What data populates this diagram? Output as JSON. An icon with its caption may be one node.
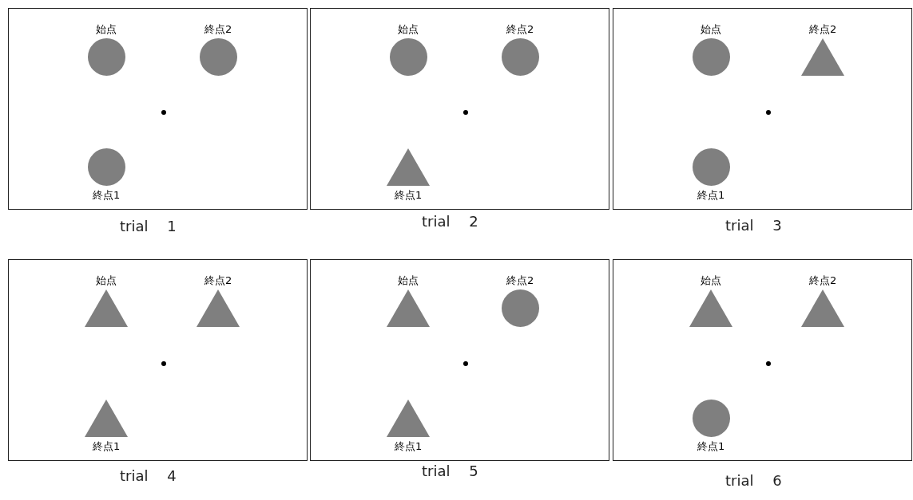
{
  "diagram": {
    "nodes": [
      {
        "text": [],
        "shape": "box",
        "beside": [
          "trial 1"
        ]
      },
      {
        "text": [],
        "shape": "circle",
        "beside": [
          "始点"
        ],
        "in": 0
      },
      {
        "text": [],
        "shape": "circle",
        "beside": [
          "終点2"
        ],
        "in": 0
      },
      {
        "text": [],
        "shape": "dot",
        "in": 0
      },
      {
        "text": [],
        "shape": "circle",
        "beside": [
          "終点1"
        ],
        "in": 0
      },
      {
        "text": [],
        "shape": "box",
        "beside": [
          "trial 2"
        ]
      },
      {
        "text": [],
        "shape": "circle",
        "beside": [
          "始点"
        ],
        "in": 5
      },
      {
        "text": [],
        "shape": "circle",
        "beside": [
          "終点2"
        ],
        "in": 5
      },
      {
        "text": [],
        "shape": "dot",
        "in": 5
      },
      {
        "text": [],
        "shape": "triangle",
        "beside": [
          "終点1"
        ],
        "in": 5
      },
      {
        "text": [],
        "shape": "box",
        "beside": [
          "trial 3"
        ]
      },
      {
        "text": [],
        "shape": "circle",
        "beside": [
          "始点"
        ],
        "in": 10
      },
      {
        "text": [],
        "shape": "triangle",
        "beside": [
          "終点2"
        ],
        "in": 10
      },
      {
        "text": [],
        "shape": "dot",
        "in": 10
      },
      {
        "text": [],
        "shape": "circle",
        "beside": [
          "終点1"
        ],
        "in": 10
      },
      {
        "text": [],
        "shape": "box",
        "beside": [
          "trial 4"
        ]
      },
      {
        "text": [],
        "shape": "triangle",
        "beside": [
          "始点"
        ],
        "in": 15
      },
      {
        "text": [],
        "shape": "triangle",
        "beside": [
          "終点2"
        ],
        "in": 15
      },
      {
        "text": [],
        "shape": "dot",
        "in": 15
      },
      {
        "text": [],
        "shape": "triangle",
        "beside": [
          "終点1"
        ],
        "in": 15
      },
      {
        "text": [],
        "shape": "box",
        "beside": [
          "trial 5"
        ]
      },
      {
        "text": [],
        "shape": "triangle",
        "beside": [
          "始点"
        ],
        "in": 20
      },
      {
        "text": [],
        "shape": "circle",
        "beside": [
          "終点2"
        ],
        "in": 20
      },
      {
        "text": [],
        "shape": "dot",
        "in": 20
      },
      {
        "text": [],
        "shape": "triangle",
        "beside": [
          "終点1"
        ],
        "in": 20
      },
      {
        "text": [],
        "shape": "box",
        "beside": [
          "trial 6"
        ]
      },
      {
        "text": [],
        "shape": "triangle",
        "beside": [
          "始点"
        ],
        "in": 25
      },
      {
        "text": [],
        "shape": "triangle",
        "beside": [
          "終点2"
        ],
        "in": 25
      },
      {
        "text": [],
        "shape": "dot",
        "in": 25
      },
      {
        "text": [],
        "shape": "circle",
        "beside": [
          "終点1"
        ],
        "in": 25
      }
    ]
  }
}
